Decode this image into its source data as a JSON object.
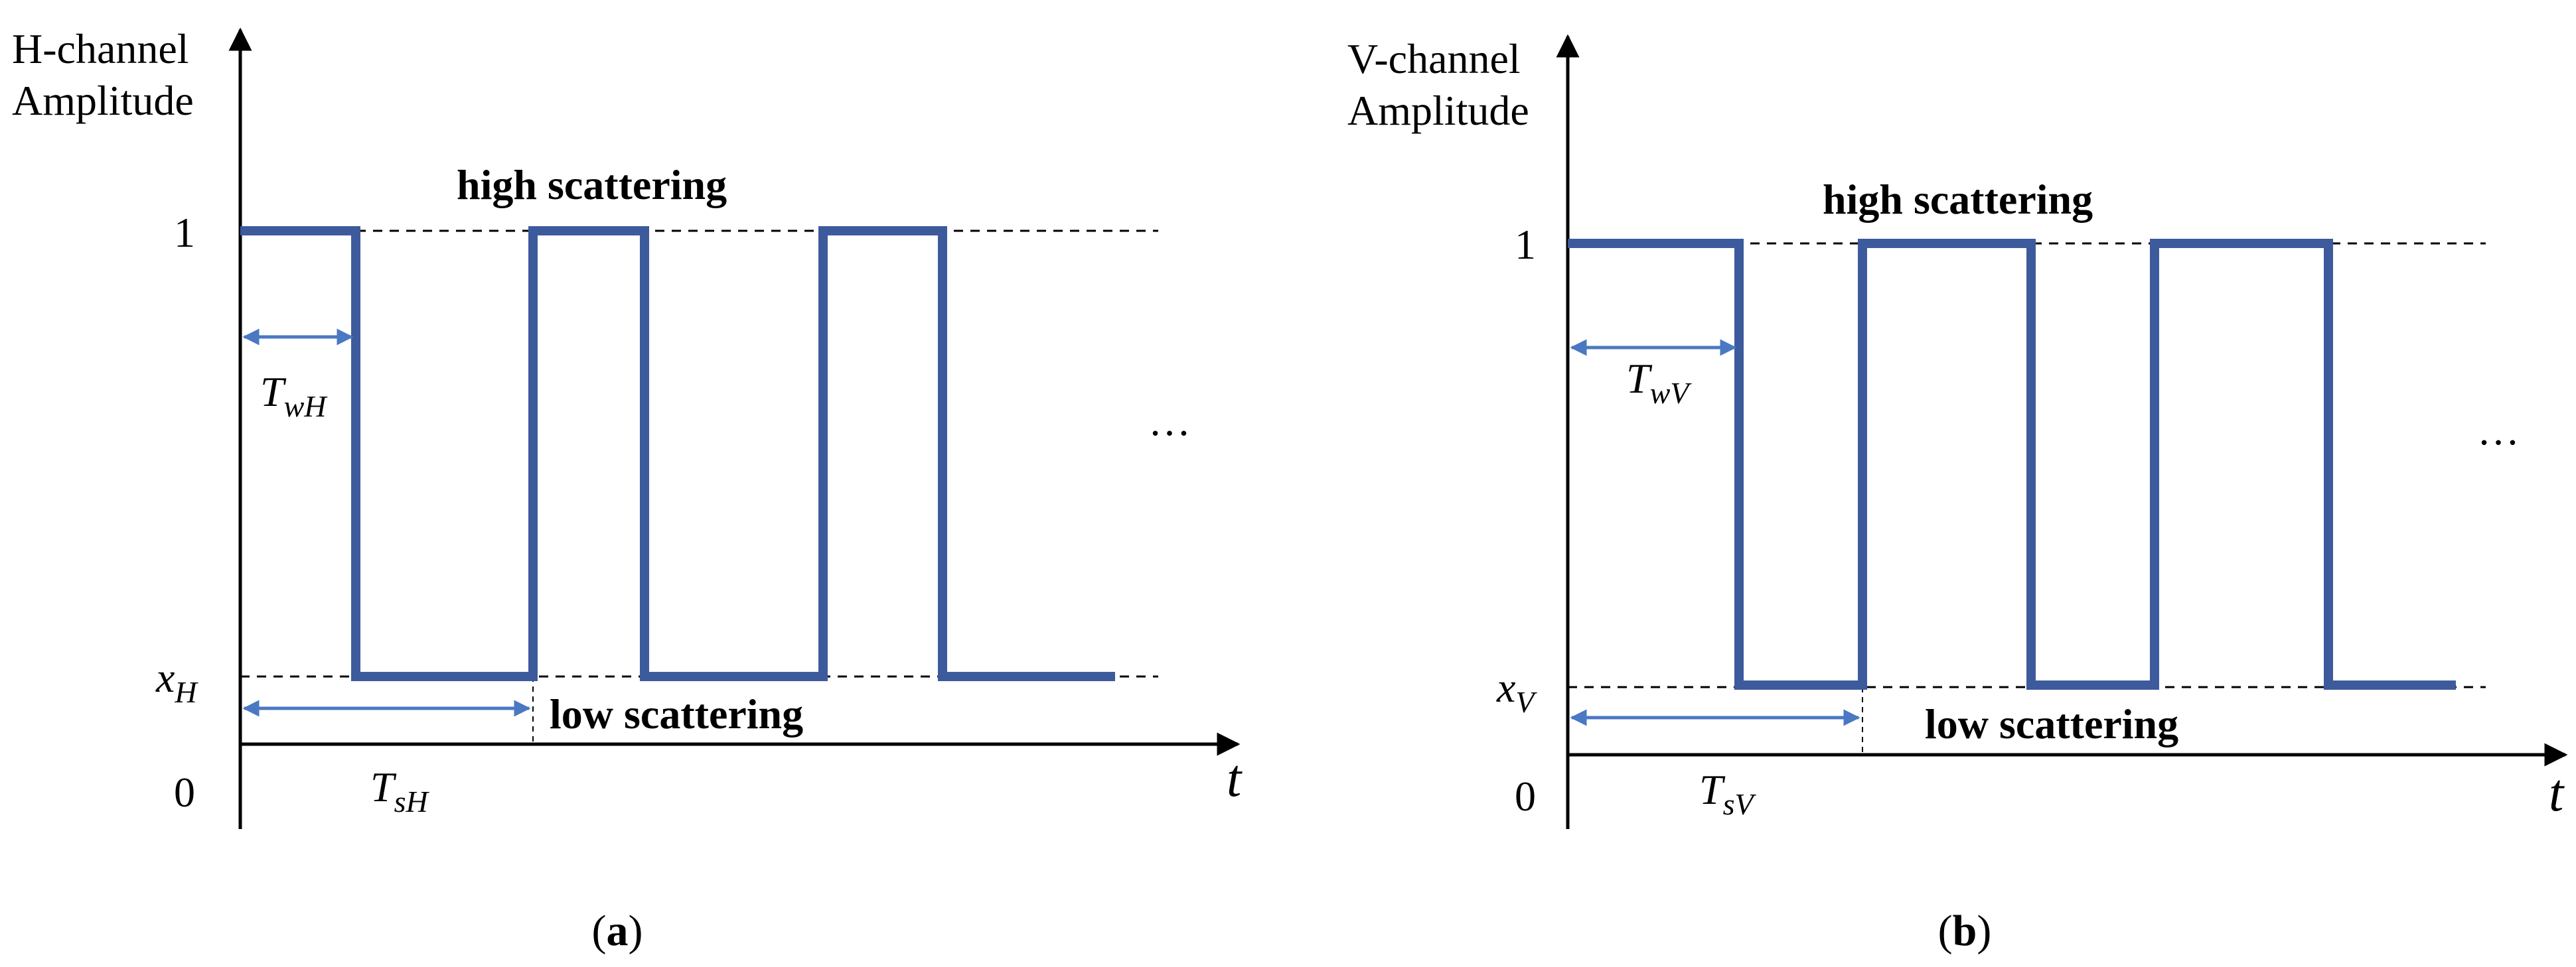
{
  "colors": {
    "signal": "#3d5b9c",
    "interval_arrow": "#4a78c2",
    "axis": "#000000",
    "guide": "#000000"
  },
  "panels": [
    {
      "id": "a",
      "caption_letter": "a",
      "y_axis_title": [
        "H-channel",
        "Amplitude"
      ],
      "y_tick_one": "1",
      "y_tick_low": {
        "base": "x",
        "sub": "H"
      },
      "origin": "0",
      "x_axis_label": "t",
      "high_label": "high scattering",
      "low_label": "low scattering",
      "ellipsis": "…",
      "width_interval": {
        "base": "T",
        "sub": "wH"
      },
      "period_interval": {
        "base": "T",
        "sub": "sH"
      }
    },
    {
      "id": "b",
      "caption_letter": "b",
      "y_axis_title": [
        "V-channel",
        "Amplitude"
      ],
      "y_tick_one": "1",
      "y_tick_low": {
        "base": "x",
        "sub": "V"
      },
      "origin": "0",
      "x_axis_label": "t",
      "high_label": "high scattering",
      "low_label": "low scattering",
      "ellipsis": "…",
      "width_interval": {
        "base": "T",
        "sub": "wV"
      },
      "period_interval": {
        "base": "T",
        "sub": "sV"
      }
    }
  ]
}
